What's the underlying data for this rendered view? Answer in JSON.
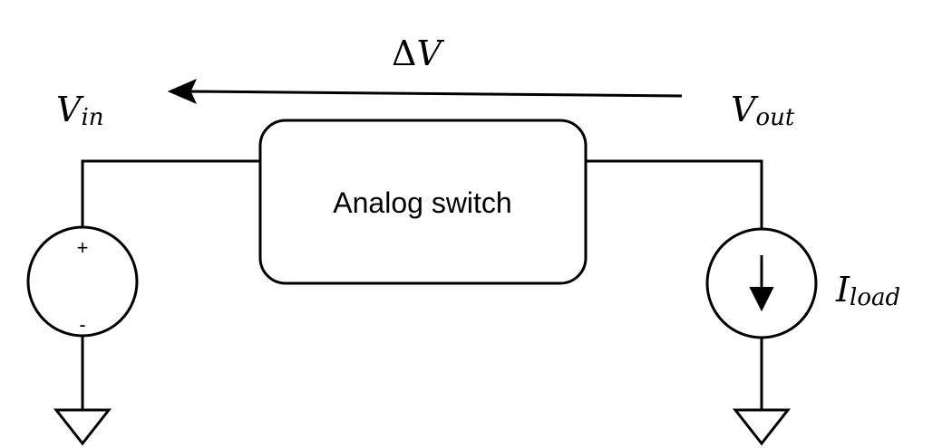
{
  "switch": {
    "label": "Analog switch"
  },
  "delta_v": {
    "symbol": "Δ",
    "var": "V"
  },
  "v_in": {
    "main": "V",
    "sub": "in"
  },
  "v_out": {
    "main": "V",
    "sub": "out"
  },
  "i_load": {
    "main": "I",
    "sub": "load"
  },
  "source": {
    "plus": "+",
    "minus": "-"
  },
  "icons": {
    "voltage_source": "voltage-source-icon",
    "current_source": "current-source-icon",
    "ground": "ground-icon",
    "arrow": "arrow-left-icon"
  }
}
